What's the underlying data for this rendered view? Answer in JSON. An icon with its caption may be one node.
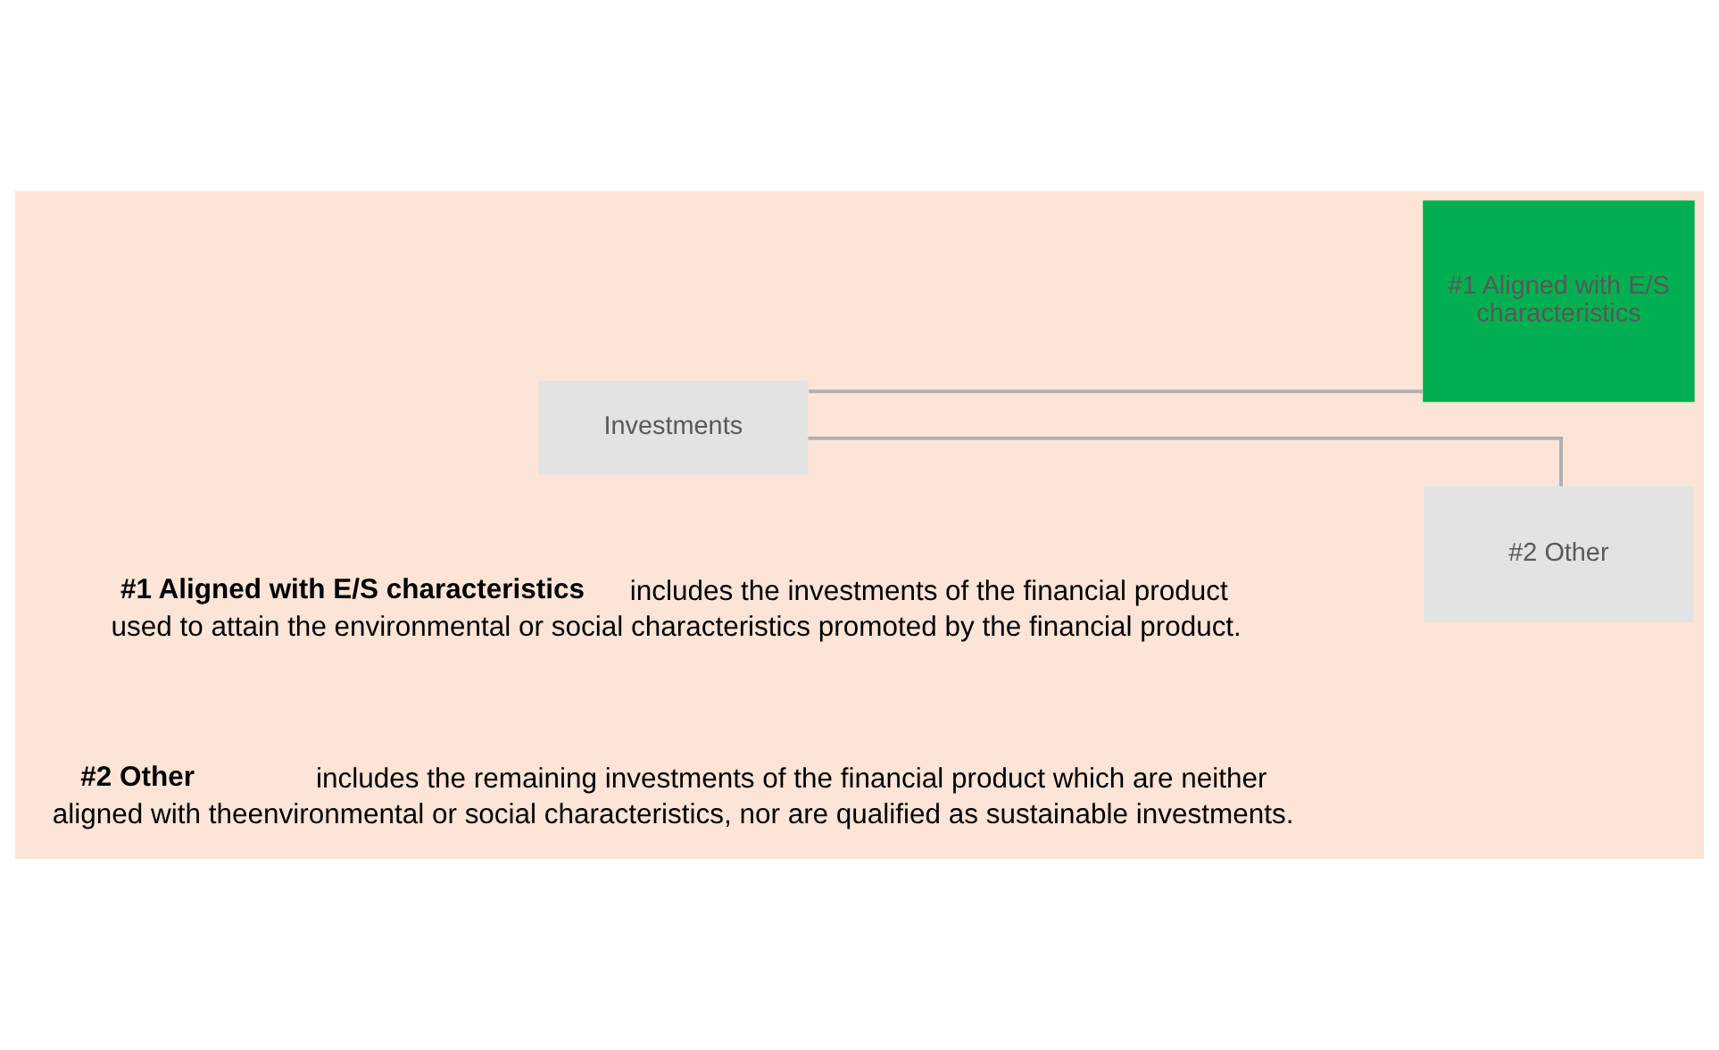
{
  "diagram": {
    "nodes": [
      {
        "text": [
          "Investments"
        ]
      },
      {
        "text": [
          "#1 Aligned with E/S characteristics"
        ]
      },
      {
        "text": [
          "#2 Other"
        ]
      }
    ],
    "edges": [
      {
        "from": 0,
        "to": 1,
        "arrow": "none"
      },
      {
        "from": 0,
        "to": 2,
        "arrow": "none"
      }
    ],
    "labels": [
      "**#1 Aligned with E/S characteristics** includes the investments of the financial product used to attain the environmental or social characteristics promoted by the financial product.",
      "**#2 Other** includes the remaining investments of the financial product which are neither aligned with theenvironmental or social characteristics, nor are qualified as sustainable investments."
    ]
  }
}
